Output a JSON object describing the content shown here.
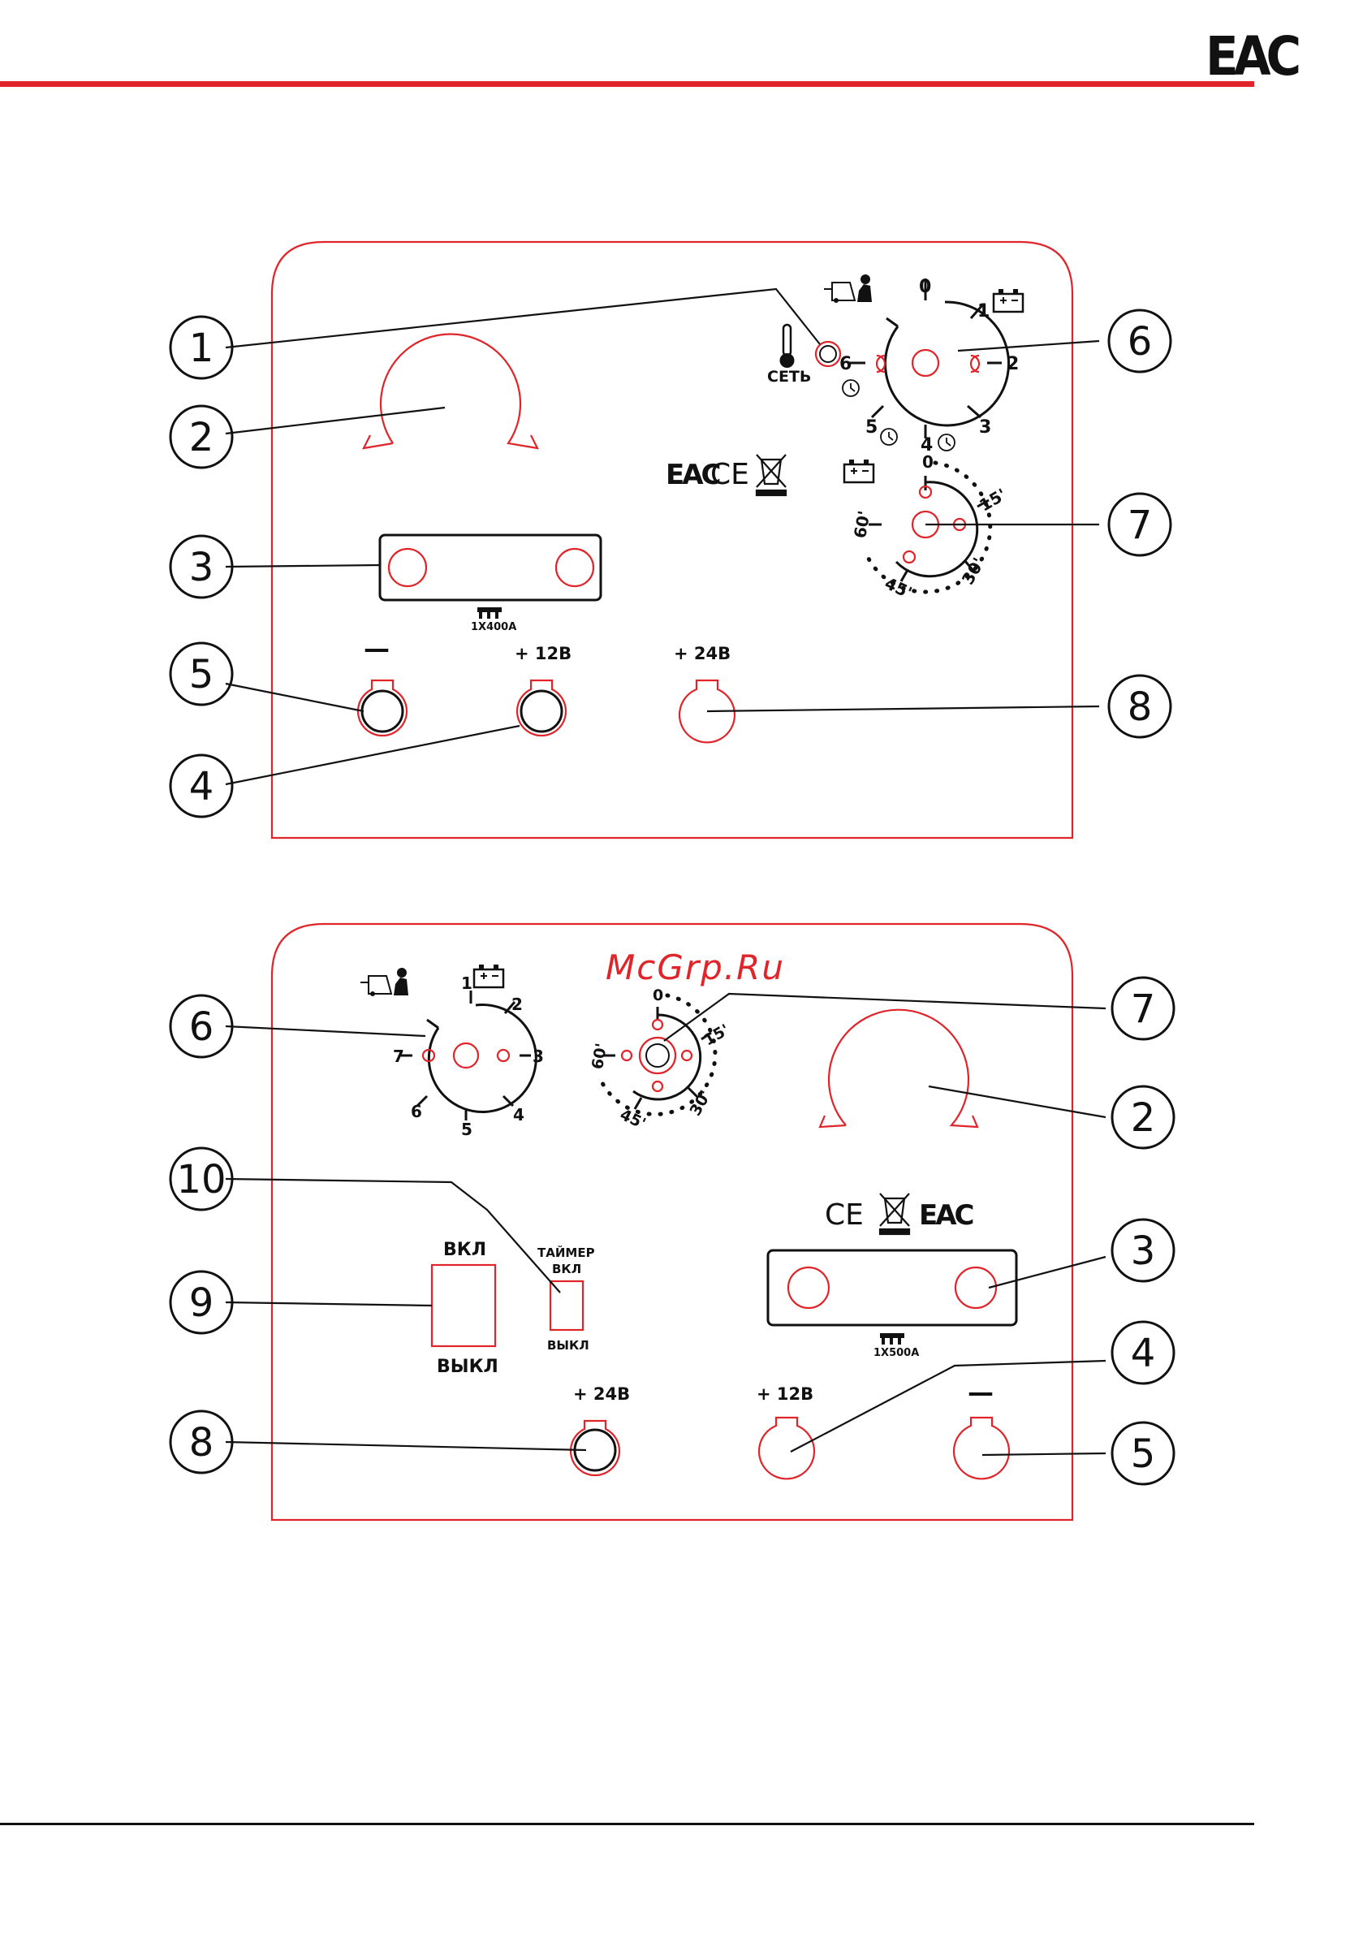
{
  "header": {
    "mark": "EAC",
    "accent_color": "#e0242a"
  },
  "watermark": "McGrp.Ru",
  "panel_top": {
    "callouts": [
      "1",
      "2",
      "3",
      "4",
      "5",
      "6",
      "7",
      "8"
    ],
    "indicator_label": "СЕТЬ",
    "mode_positions": [
      "0",
      "1",
      "2",
      "3",
      "4",
      "5",
      "6"
    ],
    "timer_marks": [
      "0",
      "15'",
      "30'",
      "45'",
      "60'"
    ],
    "fuse_label": "1Х400А",
    "terminals": {
      "minus": "—",
      "plus12": "+ 12В",
      "plus24": "+ 24В"
    },
    "cert_marks": {
      "eac": "EAC",
      "ce": "CE"
    }
  },
  "panel_bottom": {
    "callouts": [
      "6",
      "7",
      "2",
      "10",
      "3",
      "9",
      "4",
      "8",
      "5"
    ],
    "mode_positions": [
      "1",
      "2",
      "3",
      "4",
      "5",
      "6",
      "7"
    ],
    "timer_marks": [
      "0",
      "15'",
      "30'",
      "45'",
      "60'"
    ],
    "switch_on": "ВКЛ",
    "switch_off": "ВЫКЛ",
    "timer_title": "ТАЙМЕР",
    "timer_on": "ВКЛ",
    "timer_off": "ВЫКЛ",
    "fuse_label": "1Х500А",
    "terminals": {
      "plus24": "+ 24В",
      "plus12": "+ 12В",
      "minus": "—"
    },
    "cert_marks": {
      "ce": "CE",
      "eac": "EAC"
    }
  },
  "icons": [
    "thermometer-icon",
    "battery-icon",
    "boost-start-icon",
    "clock-icon",
    "weee-bin-icon",
    "fuse-icon"
  ]
}
